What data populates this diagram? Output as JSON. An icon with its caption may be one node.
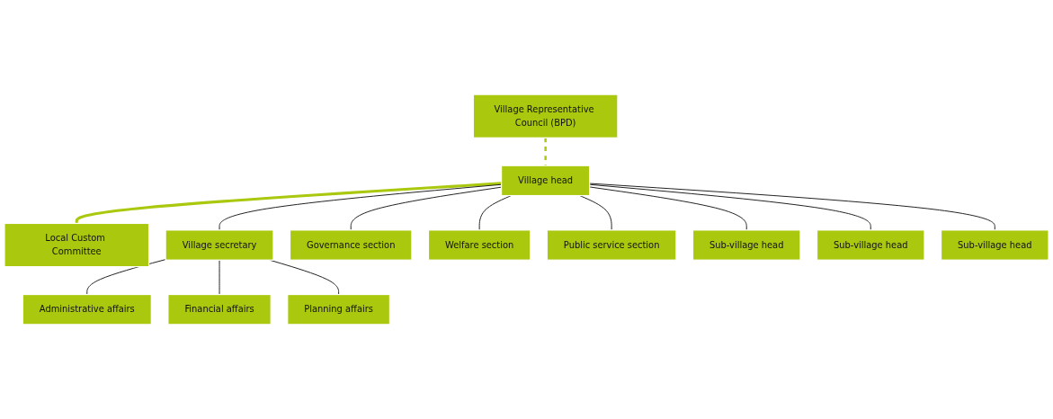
{
  "diagram": {
    "nodes": [
      {
        "text": [
          "Village head"
        ]
      },
      {
        "text": [
          "Village Representative Council (BPD)"
        ]
      },
      {
        "text": [
          "Local Custom Committee"
        ]
      },
      {
        "text": [
          "Village secretary"
        ]
      },
      {
        "text": [
          "Governance section"
        ]
      },
      {
        "text": [
          "Welfare section"
        ]
      },
      {
        "text": [
          "Public service section"
        ]
      },
      {
        "text": [
          "Administrative affairs"
        ]
      },
      {
        "text": [
          "Financial affairs"
        ]
      },
      {
        "text": [
          "Planning affairs"
        ]
      },
      {
        "text": [
          "Sub-village head"
        ]
      },
      {
        "text": [
          "Sub-village head"
        ]
      },
      {
        "text": [
          "Sub-village head"
        ]
      }
    ],
    "edges": [
      {
        "from": 1,
        "to": 0,
        "arrow": "none",
        "style": "dashed",
        "color": "#a9c80e"
      },
      {
        "from": 0,
        "to": 2,
        "arrow": "none",
        "style": "thick",
        "color": "#a9c80e"
      },
      {
        "from": 0,
        "to": 3,
        "arrow": "none"
      },
      {
        "from": 0,
        "to": 4,
        "arrow": "none"
      },
      {
        "from": 0,
        "to": 5,
        "arrow": "none"
      },
      {
        "from": 0,
        "to": 6,
        "arrow": "none"
      },
      {
        "from": 3,
        "to": 7,
        "arrow": "none"
      },
      {
        "from": 3,
        "to": 8,
        "arrow": "none"
      },
      {
        "from": 3,
        "to": 9,
        "arrow": "none"
      },
      {
        "from": 0,
        "to": 10,
        "arrow": "none"
      },
      {
        "from": 0,
        "to": 11,
        "arrow": "none"
      },
      {
        "from": 0,
        "to": 12,
        "arrow": "none"
      }
    ]
  }
}
